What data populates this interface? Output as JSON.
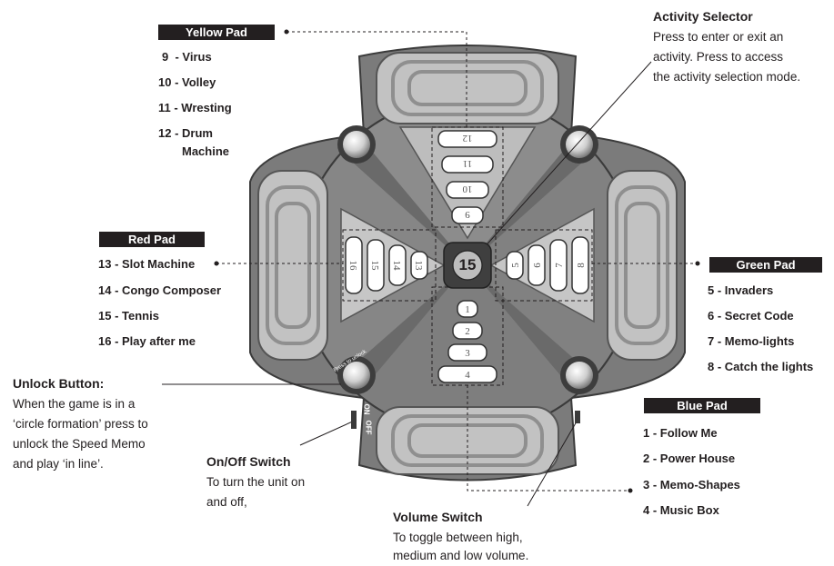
{
  "yellow_pad": {
    "label": "Yellow Pad",
    "items": [
      "9  - Virus",
      "10 - Volley",
      "11 - Wresting",
      "12 - Drum",
      "Machine"
    ]
  },
  "red_pad": {
    "label": "Red Pad",
    "items": [
      "13 - Slot Machine",
      "14 - Congo Composer",
      "15 - Tennis",
      "16 - Play after me"
    ]
  },
  "green_pad": {
    "label": "Green Pad",
    "items": [
      "5 - Invaders",
      "6 - Secret Code",
      "7 - Memo-lights",
      "8 - Catch the lights"
    ]
  },
  "blue_pad": {
    "label": "Blue Pad",
    "items": [
      "1 - Follow Me",
      "2 - Power House",
      "3 - Memo-Shapes",
      "4 - Music Box"
    ]
  },
  "activity_selector": {
    "title": "Activity Selector",
    "lines": [
      "Press to enter or exit an",
      "activity. Press to access",
      "the activity selection mode."
    ]
  },
  "unlock_button": {
    "title": "Unlock Button:",
    "lines": [
      "When the game is in a",
      "‘circle formation’ press to",
      "unlock the Speed Memo",
      "and play ‘in line’."
    ]
  },
  "on_off_switch": {
    "title": "On/Off Switch",
    "lines": [
      "To turn the unit on",
      "and off,"
    ]
  },
  "volume_switch": {
    "title": "Volume Switch",
    "lines": [
      "To toggle between high,",
      "medium and low volume."
    ]
  },
  "device": {
    "selector_number": "15",
    "yellow_keys": [
      "12",
      "11",
      "10",
      "9"
    ],
    "red_keys": [
      "16",
      "15",
      "14",
      "13"
    ],
    "green_keys": [
      "5",
      "6",
      "7",
      "8"
    ],
    "blue_keys": [
      "1",
      "2",
      "3",
      "4"
    ],
    "unlock_text": "Press to unlock",
    "on_label": "ON",
    "off_label": "OFF"
  },
  "colors": {
    "ink": "#231f20",
    "body": "#7a7a7a",
    "body_dark": "#545454",
    "pad": "#b5b5b5",
    "key": "#ffffff"
  }
}
